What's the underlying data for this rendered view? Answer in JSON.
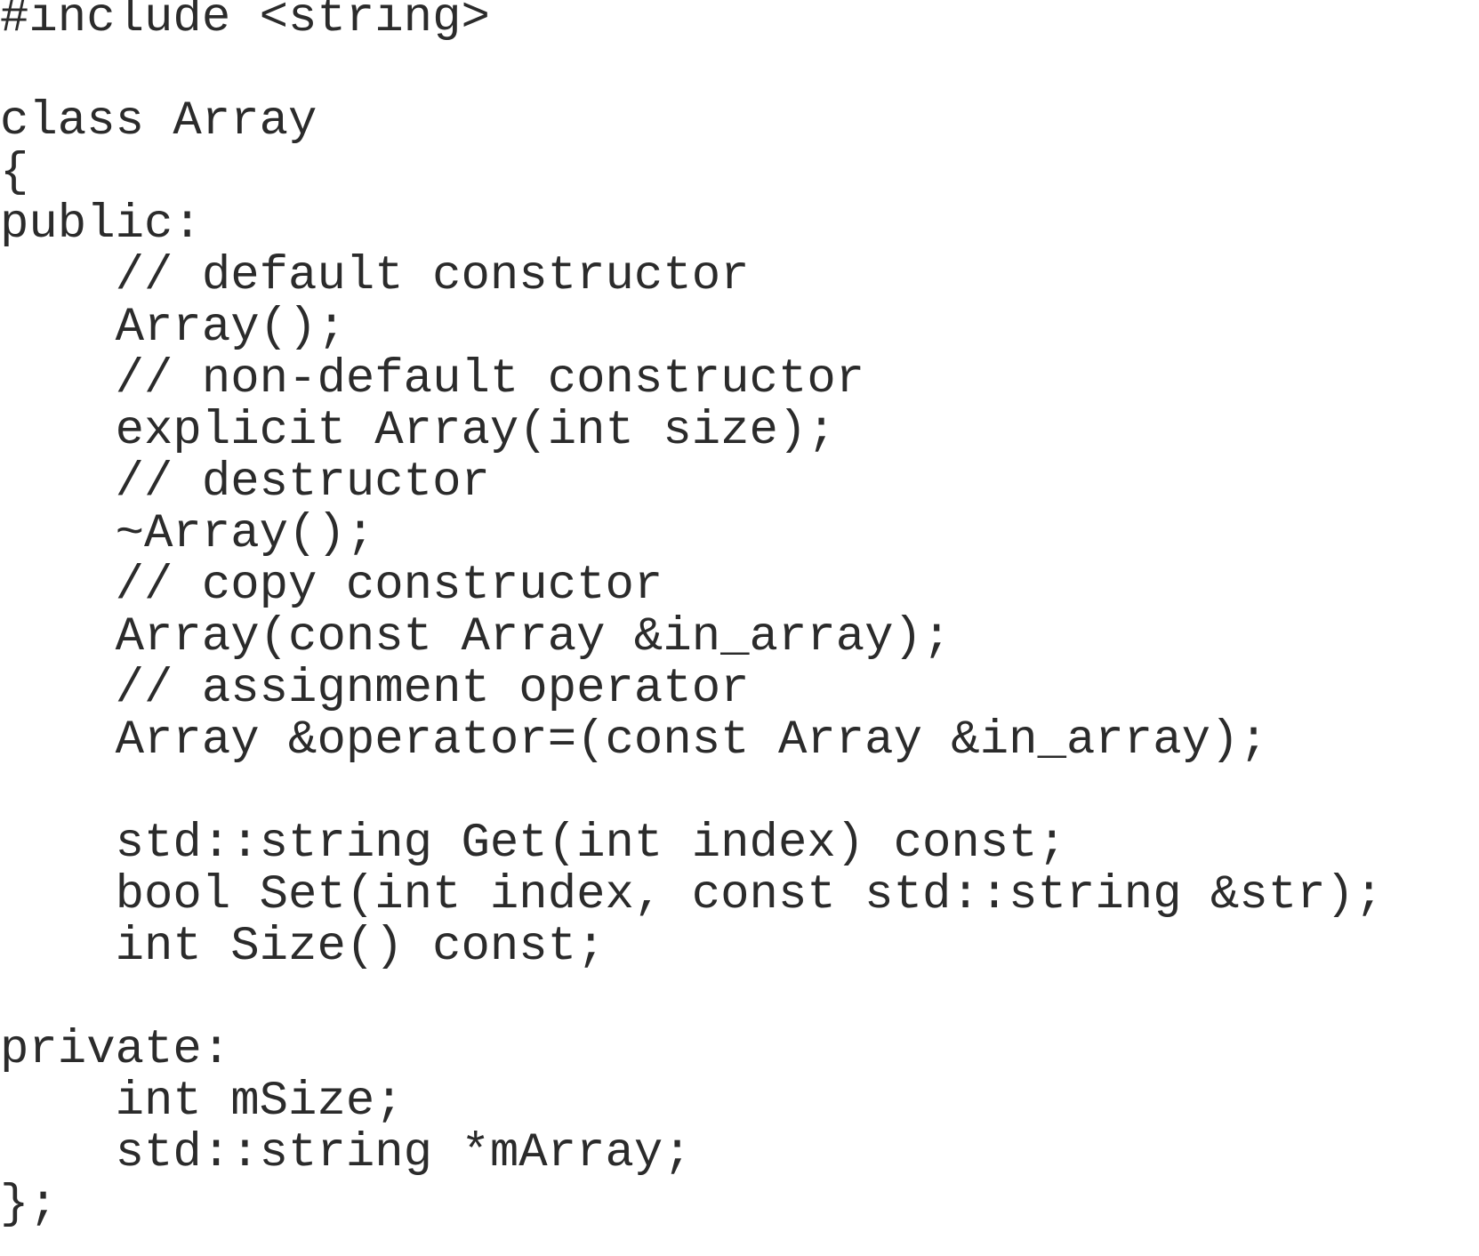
{
  "code": {
    "lines": [
      "#include <string>",
      "",
      "class Array",
      "{",
      "public:",
      "    // default constructor",
      "    Array();",
      "    // non-default constructor",
      "    explicit Array(int size);",
      "    // destructor",
      "    ~Array();",
      "    // copy constructor",
      "    Array(const Array &in_array);",
      "    // assignment operator",
      "    Array &operator=(const Array &in_array);",
      "",
      "    std::string Get(int index) const;",
      "    bool Set(int index, const std::string &str);",
      "    int Size() const;",
      "",
      "private:",
      "    int mSize;",
      "    std::string *mArray;",
      "};"
    ]
  }
}
